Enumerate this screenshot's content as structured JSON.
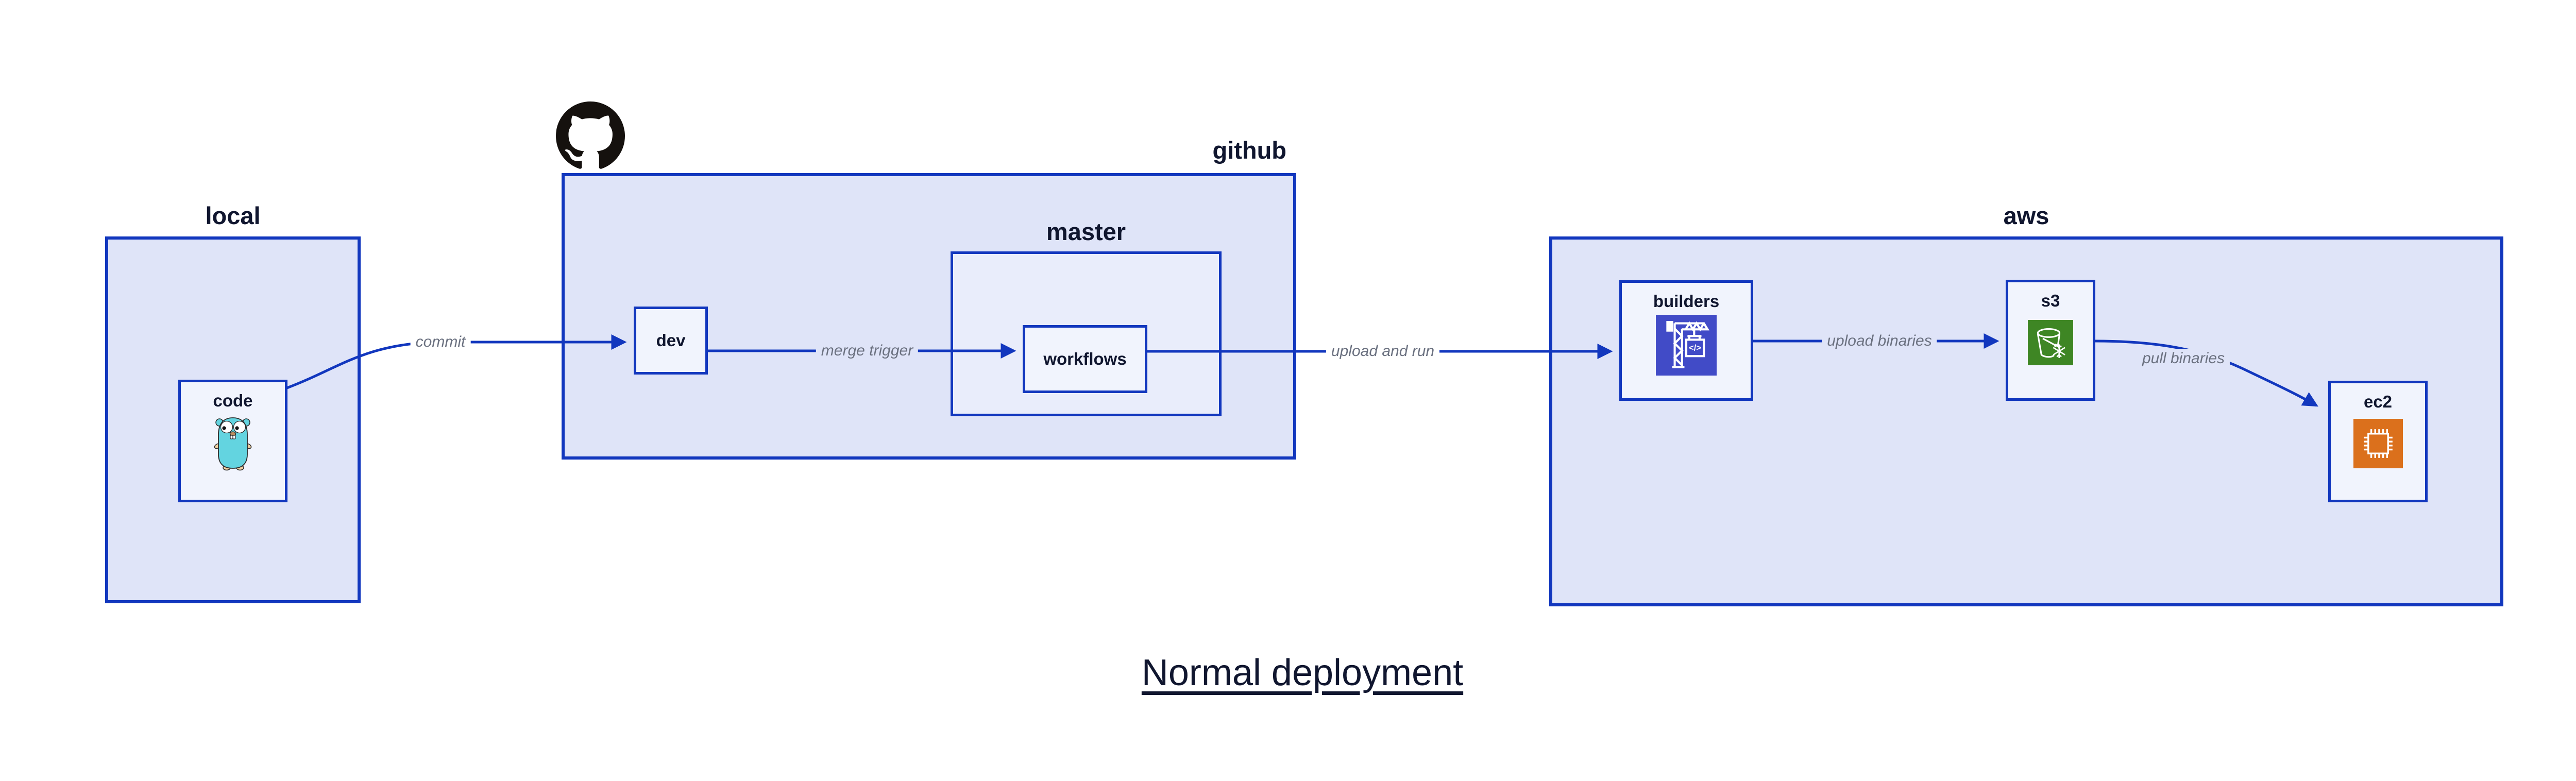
{
  "title": "Normal deployment",
  "containers": {
    "local": {
      "label": "local"
    },
    "github": {
      "label": "github"
    },
    "master": {
      "label": "master"
    },
    "aws": {
      "label": "aws"
    }
  },
  "nodes": {
    "code": {
      "label": "code",
      "icon": "go-gopher"
    },
    "dev": {
      "label": "dev"
    },
    "workflows": {
      "label": "workflows"
    },
    "builders": {
      "label": "builders",
      "icon": "construction-crane"
    },
    "s3": {
      "label": "s3",
      "icon": "glacier-bucket"
    },
    "ec2": {
      "label": "ec2",
      "icon": "cpu-chip"
    }
  },
  "edges": [
    {
      "from": "code",
      "to": "dev",
      "label": "commit"
    },
    {
      "from": "dev",
      "to": "workflows",
      "label": "merge trigger"
    },
    {
      "from": "workflows",
      "to": "builders",
      "label": "upload and run"
    },
    {
      "from": "builders",
      "to": "s3",
      "label": "upload binaries"
    },
    {
      "from": "s3",
      "to": "ec2",
      "label": "pull binaries"
    }
  ],
  "icons": {
    "github_logo": "github-octocat",
    "builders_glyph": "</>"
  },
  "colors": {
    "border_blue": "#1237be",
    "container_fill": "#dfe4f8",
    "master_fill": "#e9edfb",
    "node_fill": "#f1f4fd",
    "text_dark": "#10162f",
    "edge_label_gray": "#6b7180",
    "builders_icon_bg": "#414bc7",
    "s3_icon_bg": "#3e8624",
    "ec2_icon_bg": "#db701c",
    "octocat_black": "#15110e",
    "gopher_teal": "#63d4e0"
  }
}
